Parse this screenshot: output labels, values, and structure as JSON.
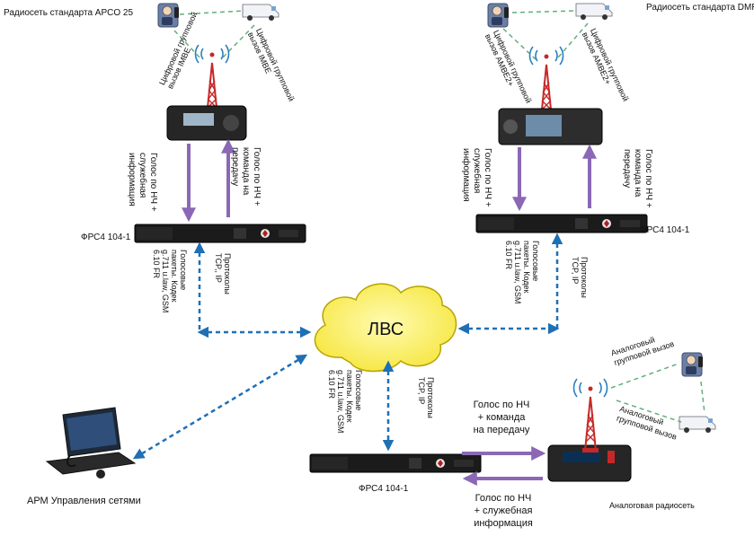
{
  "networks": {
    "apco": "Радиосеть стандарта APCO 25",
    "dmr": "Радиосеть стандарта DMR",
    "analog": "Аналоговая радиосеть"
  },
  "apco_links": {
    "left": "Цифровой групповой вызов IMBE",
    "right": "Цифровой групповой вызов IMBE"
  },
  "dmr_links": {
    "left": "Цифровой групповой вызов AMBE2+",
    "right": "Цифровой групповой вызов AMBE2+"
  },
  "analog_links": {
    "top": "Аналоговый групповой вызов",
    "bottom": "Аналоговый групповой вызов"
  },
  "voice_up": "Голос по НЧ + служебная информация",
  "voice_down": "Голос по НЧ + команда на передачу",
  "gateway": "ФРС4 104-1",
  "voice_packets": [
    "Голосовые",
    "пакеты. Кодек",
    "g.711 u.law, GSM",
    "6.10 FR"
  ],
  "protocols": [
    "Протоколы",
    "TCP, IP"
  ],
  "protocols_left": [
    "Протоколы",
    "TCP,, IP"
  ],
  "lan": "ЛВС",
  "arm": "АРМ Управления сетями",
  "analog_tx": [
    "Голос по НЧ",
    "+ команда",
    "на передачу"
  ],
  "analog_rx": [
    "Голос по НЧ",
    "+ служебная",
    "информация"
  ],
  "colors": {
    "arrow_purple": "#8b68b5",
    "dashed_blue": "#1f6fb5",
    "dashed_green": "#5fb07a",
    "cloud_fill": "#fff36b",
    "cloud_stroke": "#b7a400",
    "tower_red": "#c62828",
    "gateway_body": "#1b1b1b"
  },
  "icons": [
    "person-radio-icon",
    "van-icon",
    "tower-icon",
    "radio-device-icon",
    "gateway-icon",
    "laptop-icon",
    "cloud-icon"
  ]
}
